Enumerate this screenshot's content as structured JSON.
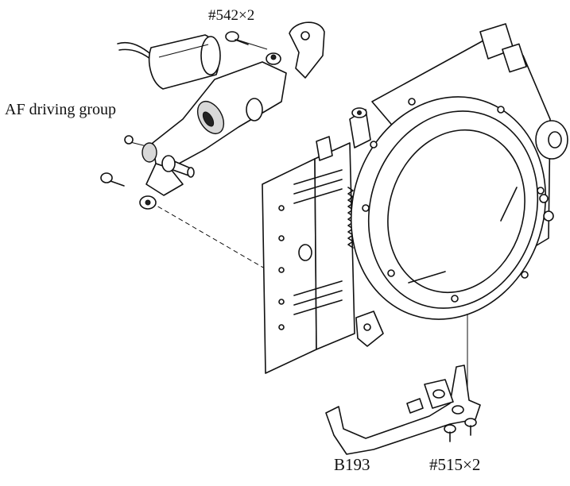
{
  "diagram": {
    "labels": {
      "screw_top": "#542×2",
      "af_group": "AF driving group",
      "bracket": "B193",
      "screw_bottom": "#515×2"
    }
  }
}
